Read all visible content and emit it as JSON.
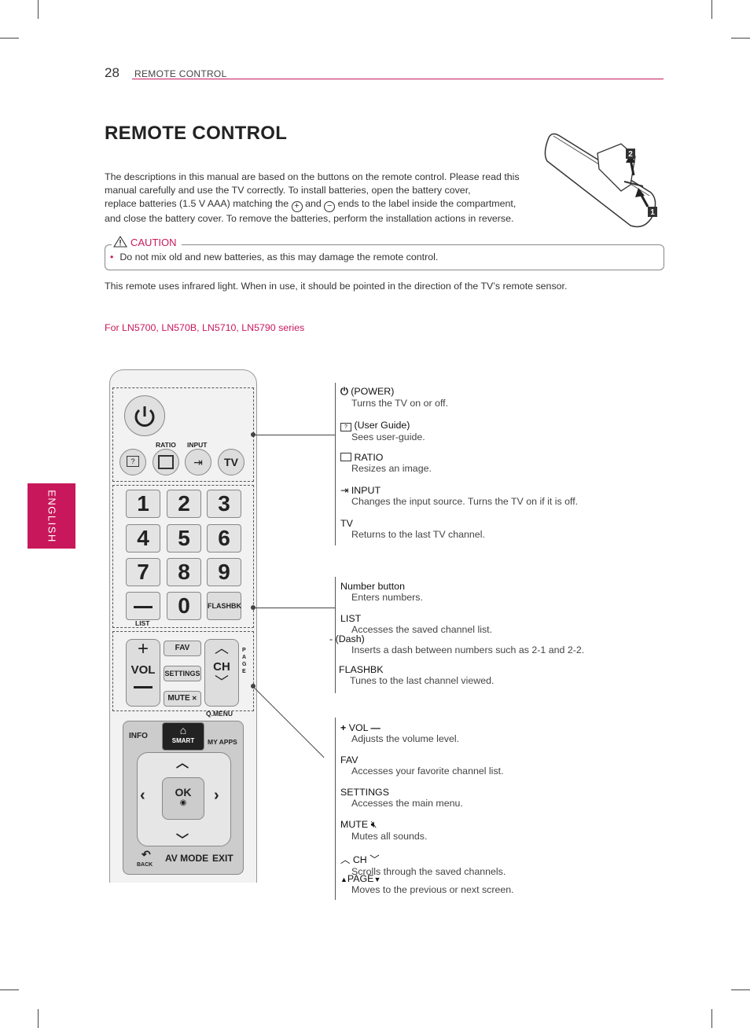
{
  "header": {
    "page_number": "28",
    "section": "REMOTE CONTROL"
  },
  "side_tab": "ENGLISH",
  "title": "REMOTE CONTROL",
  "intro": {
    "line1": "The descriptions in this manual are based on the buttons on the remote control.  Please read this",
    "line2": "manual carefully and use the TV correctly. To install batteries, open the battery cover,",
    "line3a": "replace batteries (1.5 V AAA) matching the",
    "plus": "+",
    "and": "and",
    "minus": "−",
    "line3b": "ends to the label inside the compartment,",
    "line4": "and close the battery cover. To remove the batteries, perform the installation actions in reverse."
  },
  "caution": {
    "label": "CAUTION",
    "text": "Do not mix old and new batteries, as this may damage the remote control."
  },
  "ir_note": "This remote uses infrared light. When in use, it should be pointed in the direction of the TV’s remote sensor.",
  "series": "For LN5700, LN570B, LN5710, LN5790 series",
  "illustration": {
    "step1": "1",
    "step2": "2"
  },
  "remote": {
    "ratio": "RATIO",
    "input": "INPUT",
    "tv": "TV",
    "nums": [
      "1",
      "2",
      "3",
      "4",
      "5",
      "6",
      "7",
      "8",
      "9",
      "0"
    ],
    "list": "LIST",
    "flashbk": "FLASHBK",
    "fav": "FAV",
    "settings": "SETTINGS",
    "mute": "MUTE",
    "vol": "VOL",
    "ch": "CH",
    "page": "PAGE",
    "qmenu": "Q.MENU",
    "info": "INFO",
    "smart": "SMART",
    "my_apps": "MY APPS",
    "ok": "OK",
    "back": "BACK",
    "av_mode": "AV MODE",
    "exit": "EXIT"
  },
  "group1": [
    {
      "term": "(POWER)",
      "desc": "Turns the TV on or off."
    },
    {
      "term": "(User Guide)",
      "desc": "Sees user-guide."
    },
    {
      "term": "RATIO",
      "desc": "Resizes an image."
    },
    {
      "term": "INPUT",
      "desc": "Changes the input source. Turns the TV on if it is off."
    },
    {
      "term": "TV",
      "desc": "Returns to the last TV channel."
    }
  ],
  "group2": [
    {
      "term": "Number button",
      "desc": "Enters numbers."
    },
    {
      "term": "LIST",
      "desc": "Accesses the saved channel list."
    },
    {
      "term": "- (Dash)",
      "desc": "Inserts a dash between numbers such as 2-1 and 2-2."
    },
    {
      "term": "FLASHBK",
      "desc": "Tunes to the last channel viewed."
    }
  ],
  "group3": [
    {
      "term": "VOL",
      "desc": "Adjusts the volume level."
    },
    {
      "term": "FAV",
      "desc": "Accesses your favorite channel list."
    },
    {
      "term": "SETTINGS",
      "desc": "Accesses the main menu."
    },
    {
      "term": "MUTE",
      "desc": "Mutes all sounds."
    },
    {
      "term": "CH",
      "desc": "Scrolls through the saved channels."
    },
    {
      "term": "PAGE",
      "desc": "Moves to the previous or next screen."
    }
  ],
  "colors": {
    "accent": "#c8185b",
    "text": "#333333"
  }
}
